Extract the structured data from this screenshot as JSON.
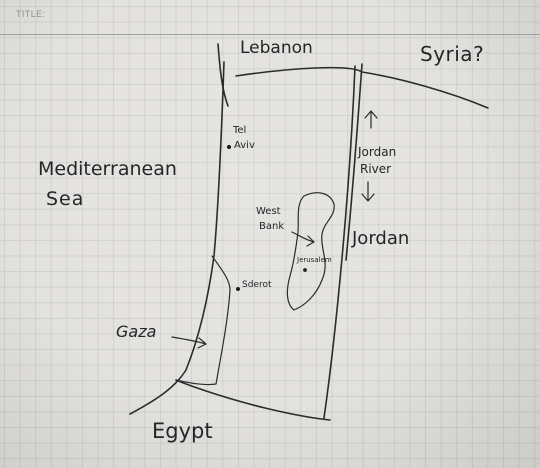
{
  "header": {
    "title_label": "TITLE:"
  },
  "map": {
    "labels": {
      "lebanon": "Lebanon",
      "syria": "Syria?",
      "mediterranean_line1": "Mediterranean",
      "mediterranean_line2": "Sea",
      "tel_aviv_line1": "Tel",
      "tel_aviv_line2": "Aviv",
      "jordan_river_line1": "Jordan",
      "jordan_river_line2": "River",
      "west_bank_line1": "West",
      "west_bank_line2": "Bank",
      "jerusalem": "Jerusalem",
      "jordan": "Jordan",
      "sderot": "Sderot",
      "gaza": "Gaza",
      "egypt": "Egypt"
    },
    "colors": {
      "paper": "#e3e2de",
      "grid": "#969696",
      "ink": "#2b2b2e",
      "title_text": "#8d8d8d"
    },
    "icons": {
      "city_marker": "dot",
      "direction_arrow": "arrow"
    }
  }
}
